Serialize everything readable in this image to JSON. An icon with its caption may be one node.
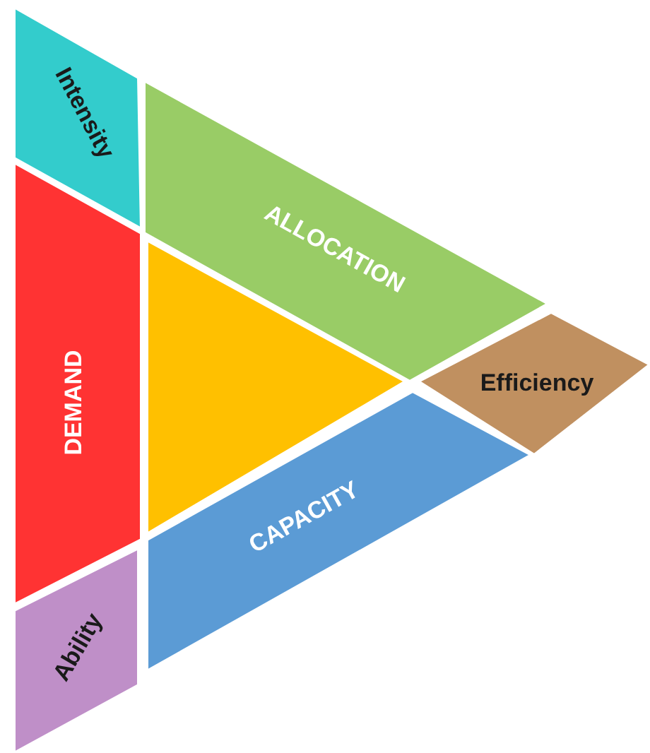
{
  "diagram": {
    "nodes": [
      {
        "text": [
          "Intensity"
        ]
      },
      {
        "text": [
          "ALLOCATION"
        ]
      },
      {
        "text": [
          "DEMAND"
        ]
      },
      {
        "text": [],
        "shape": "triangle"
      },
      {
        "text": [
          "Efficiency"
        ]
      },
      {
        "text": [
          "CAPACITY"
        ]
      },
      {
        "text": [
          "Ability"
        ]
      }
    ]
  }
}
